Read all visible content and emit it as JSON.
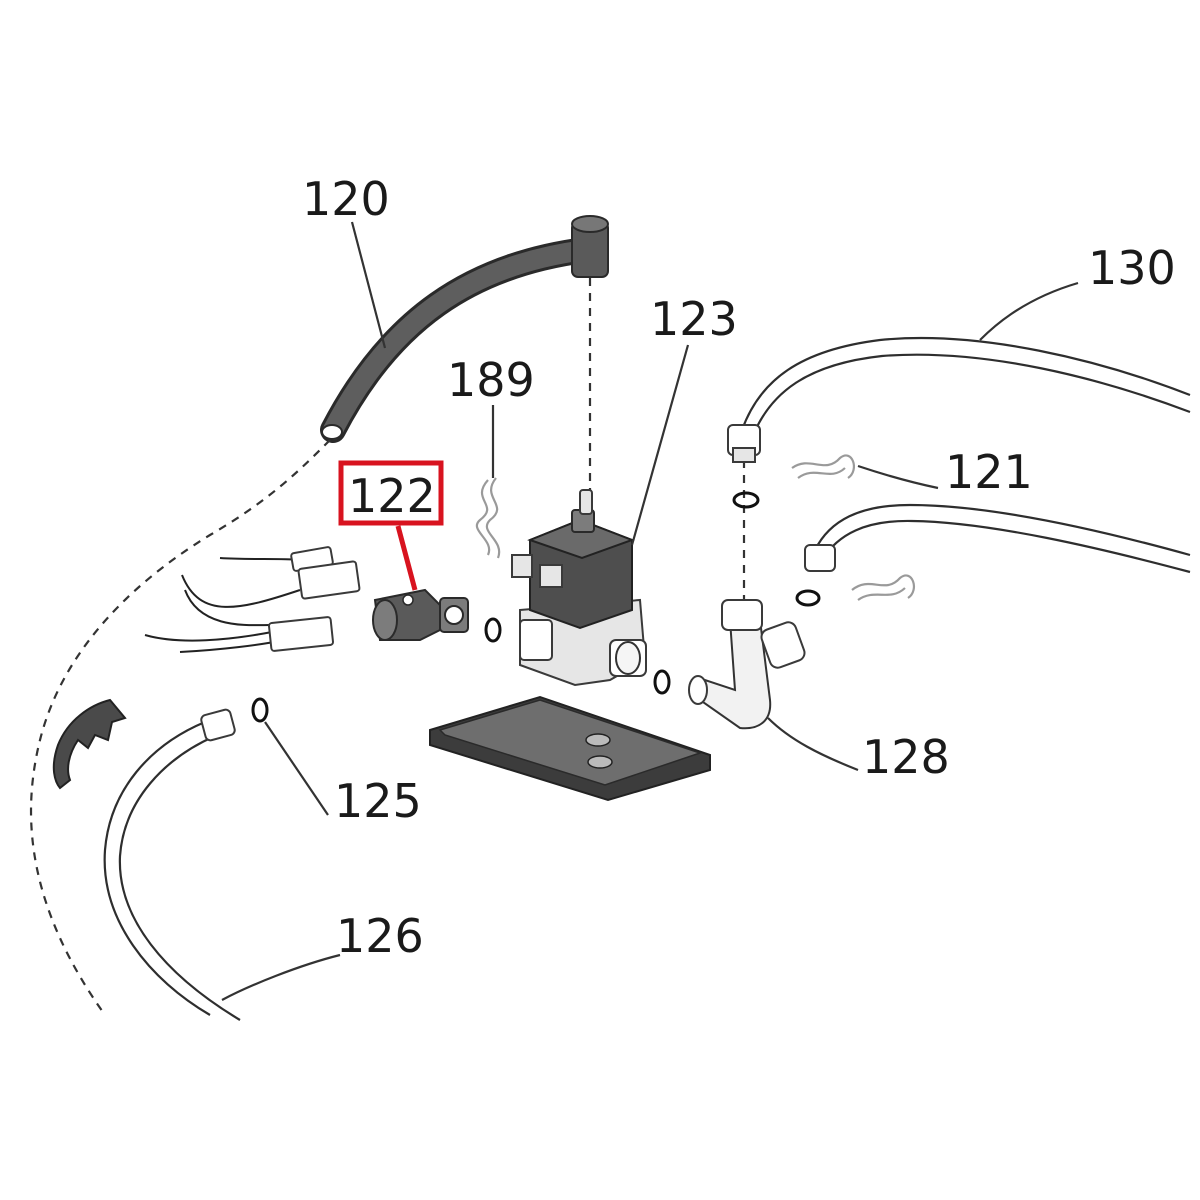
{
  "labels": {
    "p120": "120",
    "p121": "121",
    "p122": "122",
    "p123": "123",
    "p125": "125",
    "p126": "126",
    "p128": "128",
    "p130": "130",
    "p189": "189"
  },
  "highlight": {
    "part": "122",
    "color": "#d8131f"
  }
}
